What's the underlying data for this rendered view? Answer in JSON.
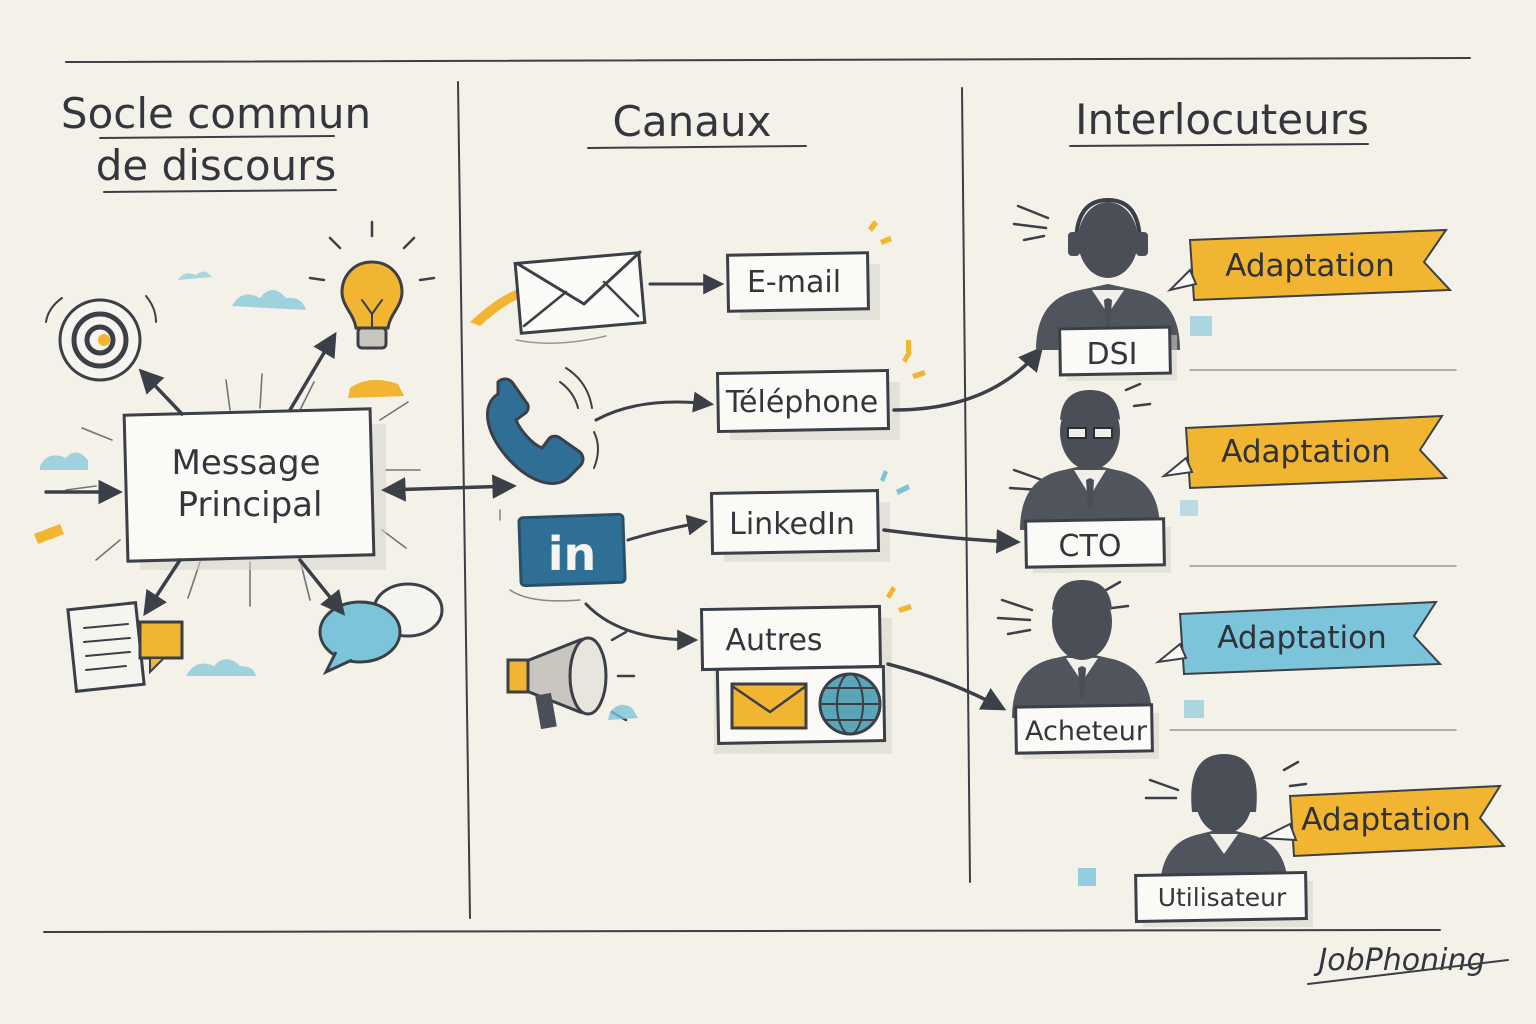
{
  "columns": {
    "left_title_line1": "Socle commun",
    "left_title_line2": "de discours",
    "middle_title": "Canaux",
    "right_title": "Interlocuteurs"
  },
  "core": {
    "message_line1": "Message",
    "message_line2": "Principal"
  },
  "channels": [
    {
      "label": "E-mail",
      "icon": "envelope-icon"
    },
    {
      "label": "Téléphone",
      "icon": "phone-icon"
    },
    {
      "label": "LinkedIn",
      "icon": "linkedin-icon",
      "icon_text": "in"
    },
    {
      "label": "Autres",
      "icon": "megaphone-icon"
    }
  ],
  "interlocutors": [
    {
      "role": "DSI",
      "banner": "Adaptation",
      "banner_color": "#f2b531"
    },
    {
      "role": "CTO",
      "banner": "Adaptation",
      "banner_color": "#f2b531"
    },
    {
      "role": "Acheteur",
      "banner": "Adaptation",
      "banner_color": "#7cc4d9"
    },
    {
      "role": "Utilisateur",
      "banner": "Adaptation",
      "banner_color": "#f2b531"
    }
  ],
  "brand": {
    "signature": "JobPhoning"
  },
  "colors": {
    "accent_yellow": "#f2b531",
    "accent_blue": "#7cc4d9",
    "ink": "#3b3f47",
    "paper": "#f4f1e8"
  }
}
